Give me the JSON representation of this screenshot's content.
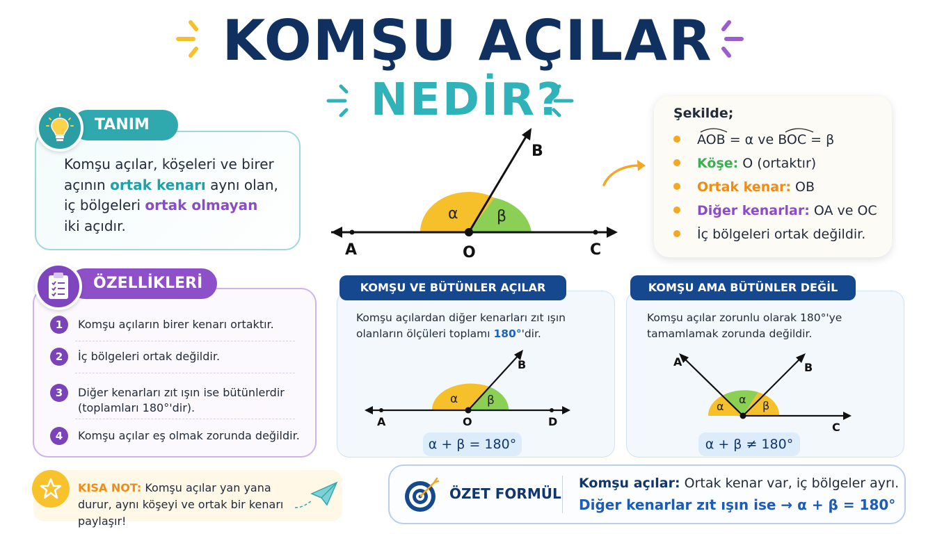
{
  "title": "KOMŞU AÇILAR",
  "subtitle": "NEDİR?",
  "definition": {
    "label": "TANIM",
    "text_1": "Komşu açılar, köşeleri ve birer",
    "text_2a": "açının ",
    "text_2b": "ortak kenarı",
    "text_2c": " aynı olan,",
    "text_3a": "iç bölgeleri ",
    "text_3b": "ortak olmayan",
    "text_4": "iki açıdır."
  },
  "properties": {
    "label": "ÖZELLİKLERİ",
    "items": [
      {
        "num": "1",
        "text": "Komşu açıların birer kenarı ortaktır."
      },
      {
        "num": "2",
        "text": "İç bölgeleri ortak değildir."
      },
      {
        "num": "3",
        "text": "Diğer kenarları zıt ışın ise bütünlerdir (toplamları 180°'dir)."
      },
      {
        "num": "4",
        "text": "Komşu açılar eş olmak zorunda değildir."
      }
    ]
  },
  "note": {
    "label": "KISA NOT:",
    "text": " Komşu açılar yan yana durur, aynı köşeyi ve ortak bir kenarı paylaşır!"
  },
  "main_diagram": {
    "alpha": "α",
    "beta": "β",
    "point_a": "A",
    "point_o": "O",
    "point_b": "B",
    "point_c": "C",
    "alpha_color": "#f6c02b",
    "beta_color": "#8ccf55"
  },
  "info": {
    "head": "Şekilde;",
    "item_1": "AOB = α ve  BOC = β",
    "item_2_label": "Köşe:",
    "item_2_value": " O (ortaktır)",
    "item_3_label": "Ortak kenar:",
    "item_3_value": " OB",
    "item_4_label": "Diğer kenarlar:",
    "item_4_value": " OA ve OC",
    "item_5": "İç bölgeleri ortak değildir."
  },
  "panel_supp": {
    "title": "KOMŞU VE BÜTÜNLER AÇILAR",
    "text_1": "Komşu açılardan diğer kenarları zıt ışın",
    "text_2a": "olanların ölçüleri toplamı ",
    "text_2b": "180°",
    "text_2c": "'dir.",
    "alpha": "α",
    "beta": "β",
    "point_a": "A",
    "point_o": "O",
    "point_b": "B",
    "point_d": "D",
    "formula": "α + β = 180°"
  },
  "panel_not_supp": {
    "title": "KOMŞU AMA BÜTÜNLER DEĞİL",
    "text_1": "Komşu açılar zorunlu olarak 180°'ye",
    "text_2": "tamamlamak zorunda değildir.",
    "alpha_1": "α",
    "alpha_2": "α",
    "beta": "β",
    "point_a": "A",
    "point_b": "B",
    "point_c": "C",
    "formula": "α + β ≠ 180°"
  },
  "summary": {
    "label": "ÖZET FORMÜL",
    "line1_label": "Komşu açılar:",
    "line1_text": " Ortak kenar var, iç bölgeler ayrı.",
    "line2_a": "Diğer kenarlar zıt ışın ise → ",
    "line2_b": "α + β = 180°"
  }
}
